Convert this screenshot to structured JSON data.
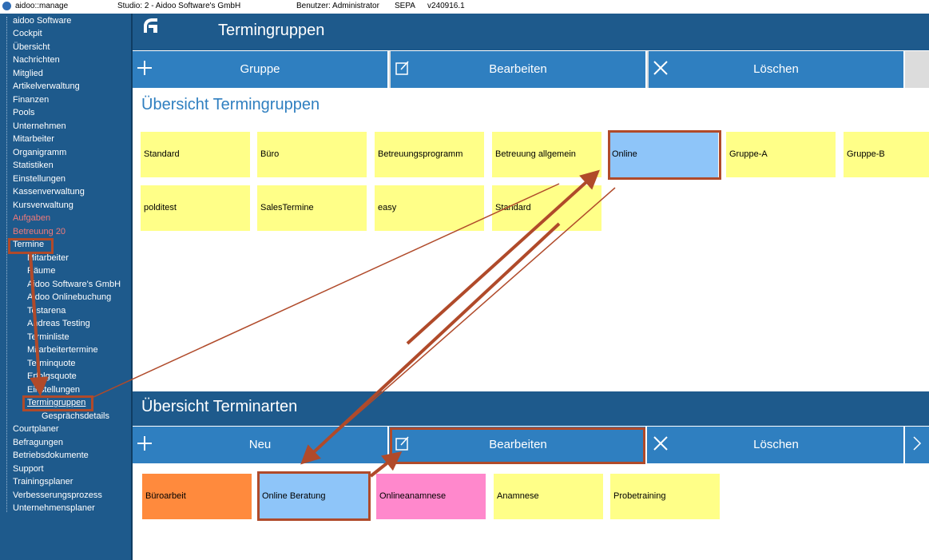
{
  "titlebar": {
    "app_name": "aidoo::manage",
    "studio": "Studio: 2 - Aidoo Software's GmbH",
    "user": "Benutzer: Administrator",
    "sepa": "SEPA",
    "version": "v240916.1"
  },
  "sidebar": {
    "items": [
      "aidoo Software",
      "Cockpit",
      "Übersicht",
      "Nachrichten",
      "Mitglied",
      "Artikelverwaltung",
      "Finanzen",
      "Pools",
      "Unternehmen",
      "Mitarbeiter",
      "Organigramm",
      "Statistiken",
      "Einstellungen",
      "Kassenverwaltung",
      "Kursverwaltung",
      "Aufgaben",
      "Betreuung 20",
      "Termine"
    ],
    "termine_children": [
      "Mitarbeiter",
      "Räume",
      "Aidoo Software's GmbH",
      "Aidoo Onlinebuchung",
      "Testarena",
      "Andreas Testing",
      "Terminliste",
      "Mitarbeitertermine",
      "Terminquote",
      "Erfolgsquote",
      "Einstellungen",
      "Termingruppen"
    ],
    "termingruppen_child": "Gesprächsdetails",
    "rest": [
      "Courtplaner",
      "Befragungen",
      "Betriebsdokumente",
      "Support",
      "Trainingsplaner",
      "Verbesserungsprozess",
      "Unternehmensplaner"
    ]
  },
  "header": {
    "title": "Termingruppen"
  },
  "toolbar1": {
    "group": "Gruppe",
    "edit": "Bearbeiten",
    "delete": "Löschen"
  },
  "section1": {
    "title": "Übersicht Termingruppen",
    "tiles": [
      "Standard",
      "Büro",
      "Betreuungsprogramm",
      "Betreuung allgemein",
      "Online",
      "Gruppe-A",
      "Gruppe-B",
      "polditest",
      "SalesTermine",
      "easy",
      "Standard"
    ]
  },
  "section2": {
    "title": "Übersicht Terminarten",
    "toolbar": {
      "new": "Neu",
      "edit": "Bearbeiten",
      "delete": "Löschen"
    },
    "tiles": [
      "Büroarbeit",
      "Online Beratung",
      "Onlineanamnese",
      "Anamnese",
      "Probetraining"
    ]
  },
  "colors": {
    "sidebar": "#1e5a8c",
    "button": "#2f7fc0",
    "annotation": "#b04a2a",
    "title": "#2f7fc0"
  }
}
